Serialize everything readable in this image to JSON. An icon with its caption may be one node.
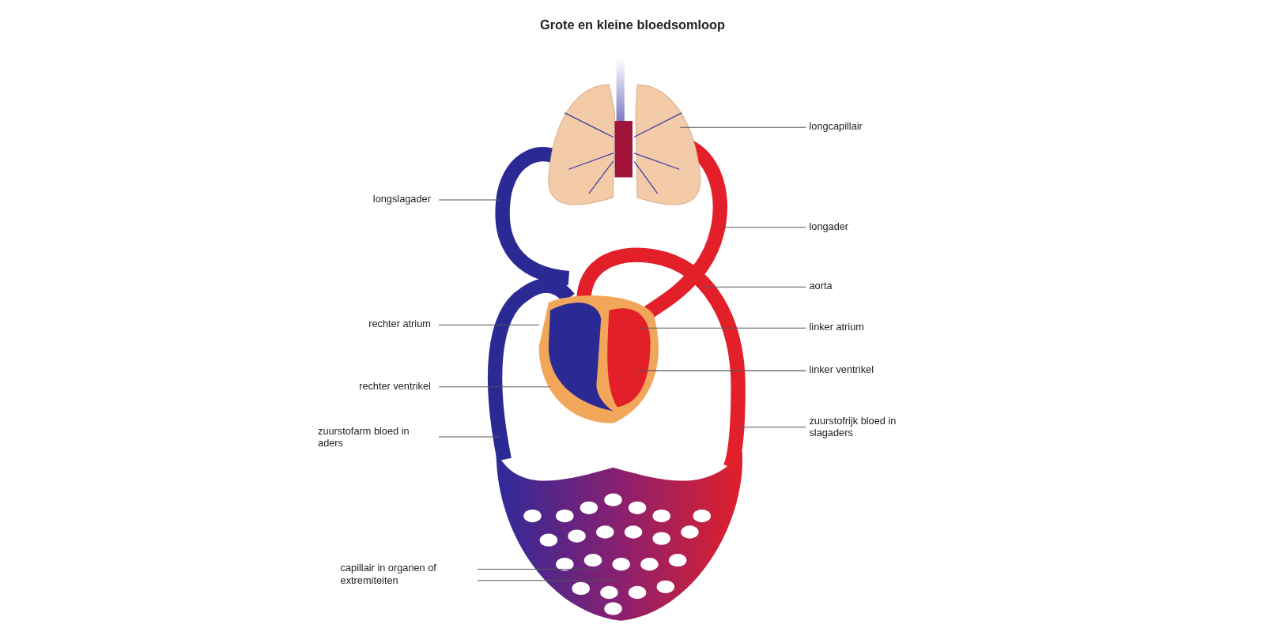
{
  "diagram": {
    "title": "Grote en kleine bloedsomloop",
    "nodes": [
      {
        "text": [
          "longcapillair"
        ]
      },
      {
        "text": [
          "longslagader"
        ]
      },
      {
        "text": [
          "longader"
        ]
      },
      {
        "text": [
          "aorta"
        ]
      },
      {
        "text": [
          "rechter atrium"
        ]
      },
      {
        "text": [
          "linker atrium"
        ]
      },
      {
        "text": [
          "linker ventrikel"
        ]
      },
      {
        "text": [
          "rechter ventrikel"
        ]
      },
      {
        "text": [
          "zuurstofarm bloed in aders"
        ]
      },
      {
        "text": [
          "zuurstofrijk bloed in slagaders"
        ]
      },
      {
        "text": [
          "capillair in organen of extremiteiten"
        ]
      }
    ],
    "edges": [
      {
        "from": 0,
        "to": null,
        "arrow": "none"
      },
      {
        "from": 1,
        "to": null,
        "arrow": "none"
      },
      {
        "from": 2,
        "to": null,
        "arrow": "none"
      },
      {
        "from": 3,
        "to": null,
        "arrow": "none"
      },
      {
        "from": 4,
        "to": null,
        "arrow": "none"
      },
      {
        "from": 5,
        "to": null,
        "arrow": "none"
      },
      {
        "from": 6,
        "to": null,
        "arrow": "none"
      },
      {
        "from": 7,
        "to": null,
        "arrow": "none"
      },
      {
        "from": 8,
        "to": null,
        "arrow": "none"
      },
      {
        "from": 9,
        "to": null,
        "arrow": "none"
      },
      {
        "from": 10,
        "to": null,
        "arrow": "none"
      },
      {
        "from": 10,
        "to": null,
        "arrow": "none"
      }
    ]
  }
}
